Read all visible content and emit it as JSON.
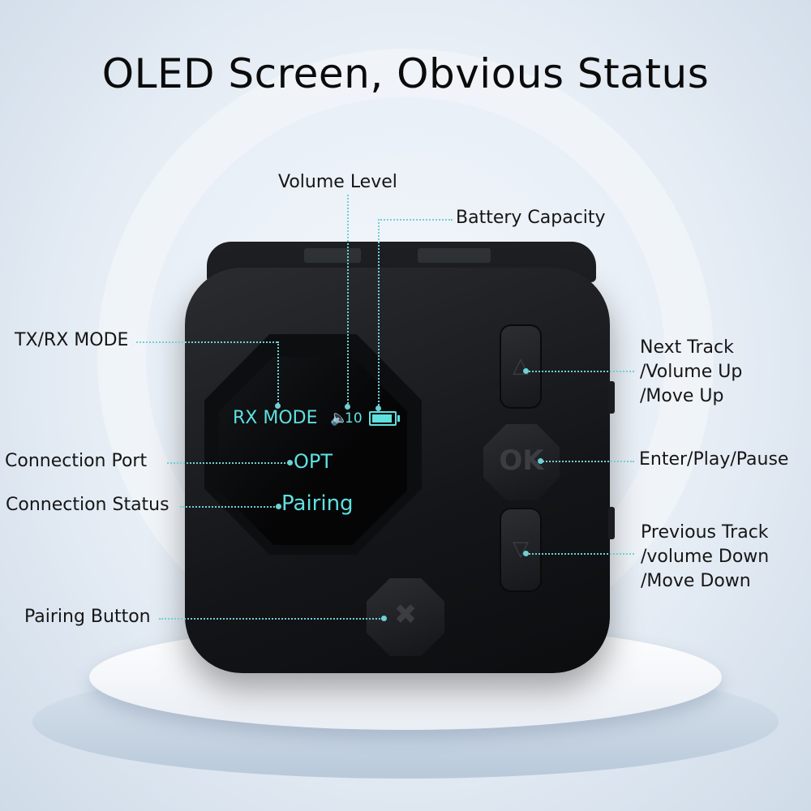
{
  "title": "OLED Screen, Obvious Status",
  "screen": {
    "mode": "RX MODE",
    "volume": "10",
    "port": "OPT",
    "status": "Pairing"
  },
  "buttons": {
    "ok": "OK"
  },
  "callouts": {
    "volume_level": "Volume Level",
    "battery_capacity": "Battery Capacity",
    "txrx_mode": "TX/RX MODE",
    "connection_port": "Connection Port",
    "connection_status": "Connection Status",
    "pairing_button": "Pairing Button",
    "next_track": [
      "Next Track",
      "/Volume Up",
      "/Move Up"
    ],
    "enter_play_pause": "Enter/Play/Pause",
    "previous_track": [
      "Previous Track",
      "/volume Down",
      "/Move Down"
    ]
  },
  "colors": {
    "oled_text": "#5fe0e0",
    "leader_line": "#6fd0d4",
    "device_body": "#141518"
  }
}
